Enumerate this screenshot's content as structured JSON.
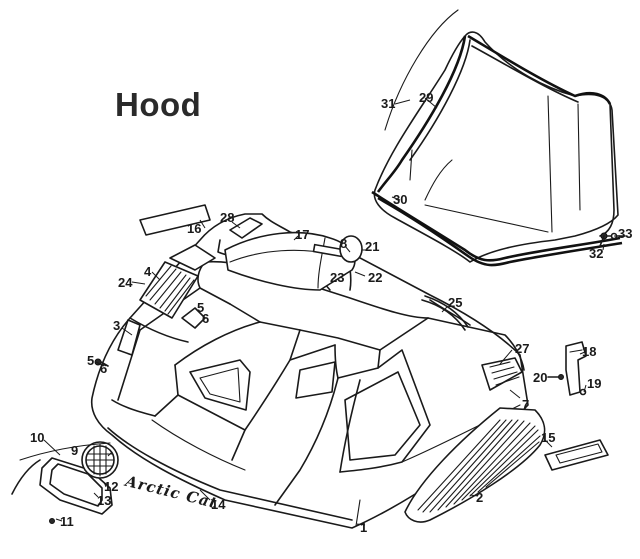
{
  "title": "Hood",
  "decal_text": "Arctic Cat",
  "callouts": [
    {
      "id": "c1",
      "text": "1"
    },
    {
      "id": "c2",
      "text": "2"
    },
    {
      "id": "c3",
      "text": "3"
    },
    {
      "id": "c4",
      "text": "4"
    },
    {
      "id": "c5",
      "text": "5"
    },
    {
      "id": "c5b",
      "text": "5"
    },
    {
      "id": "c6",
      "text": "6"
    },
    {
      "id": "c6b",
      "text": "6"
    },
    {
      "id": "c7",
      "text": "7"
    },
    {
      "id": "c8",
      "text": "8"
    },
    {
      "id": "c9",
      "text": "9"
    },
    {
      "id": "c10",
      "text": "10"
    },
    {
      "id": "c11",
      "text": "11"
    },
    {
      "id": "c12",
      "text": "12"
    },
    {
      "id": "c13",
      "text": "13"
    },
    {
      "id": "c14",
      "text": "14"
    },
    {
      "id": "c15",
      "text": "15"
    },
    {
      "id": "c16",
      "text": "16"
    },
    {
      "id": "c17",
      "text": "17"
    },
    {
      "id": "c18",
      "text": "18"
    },
    {
      "id": "c19",
      "text": "19"
    },
    {
      "id": "c20",
      "text": "20"
    },
    {
      "id": "c21",
      "text": "21"
    },
    {
      "id": "c22",
      "text": "22"
    },
    {
      "id": "c23",
      "text": "23"
    },
    {
      "id": "c24",
      "text": "24"
    },
    {
      "id": "c25",
      "text": "25"
    },
    {
      "id": "c27",
      "text": "27"
    },
    {
      "id": "c28",
      "text": "28"
    },
    {
      "id": "c29",
      "text": "29"
    },
    {
      "id": "c30",
      "text": "30"
    },
    {
      "id": "c31",
      "text": "31"
    },
    {
      "id": "c32",
      "text": "32"
    },
    {
      "id": "c33",
      "text": "33"
    }
  ]
}
